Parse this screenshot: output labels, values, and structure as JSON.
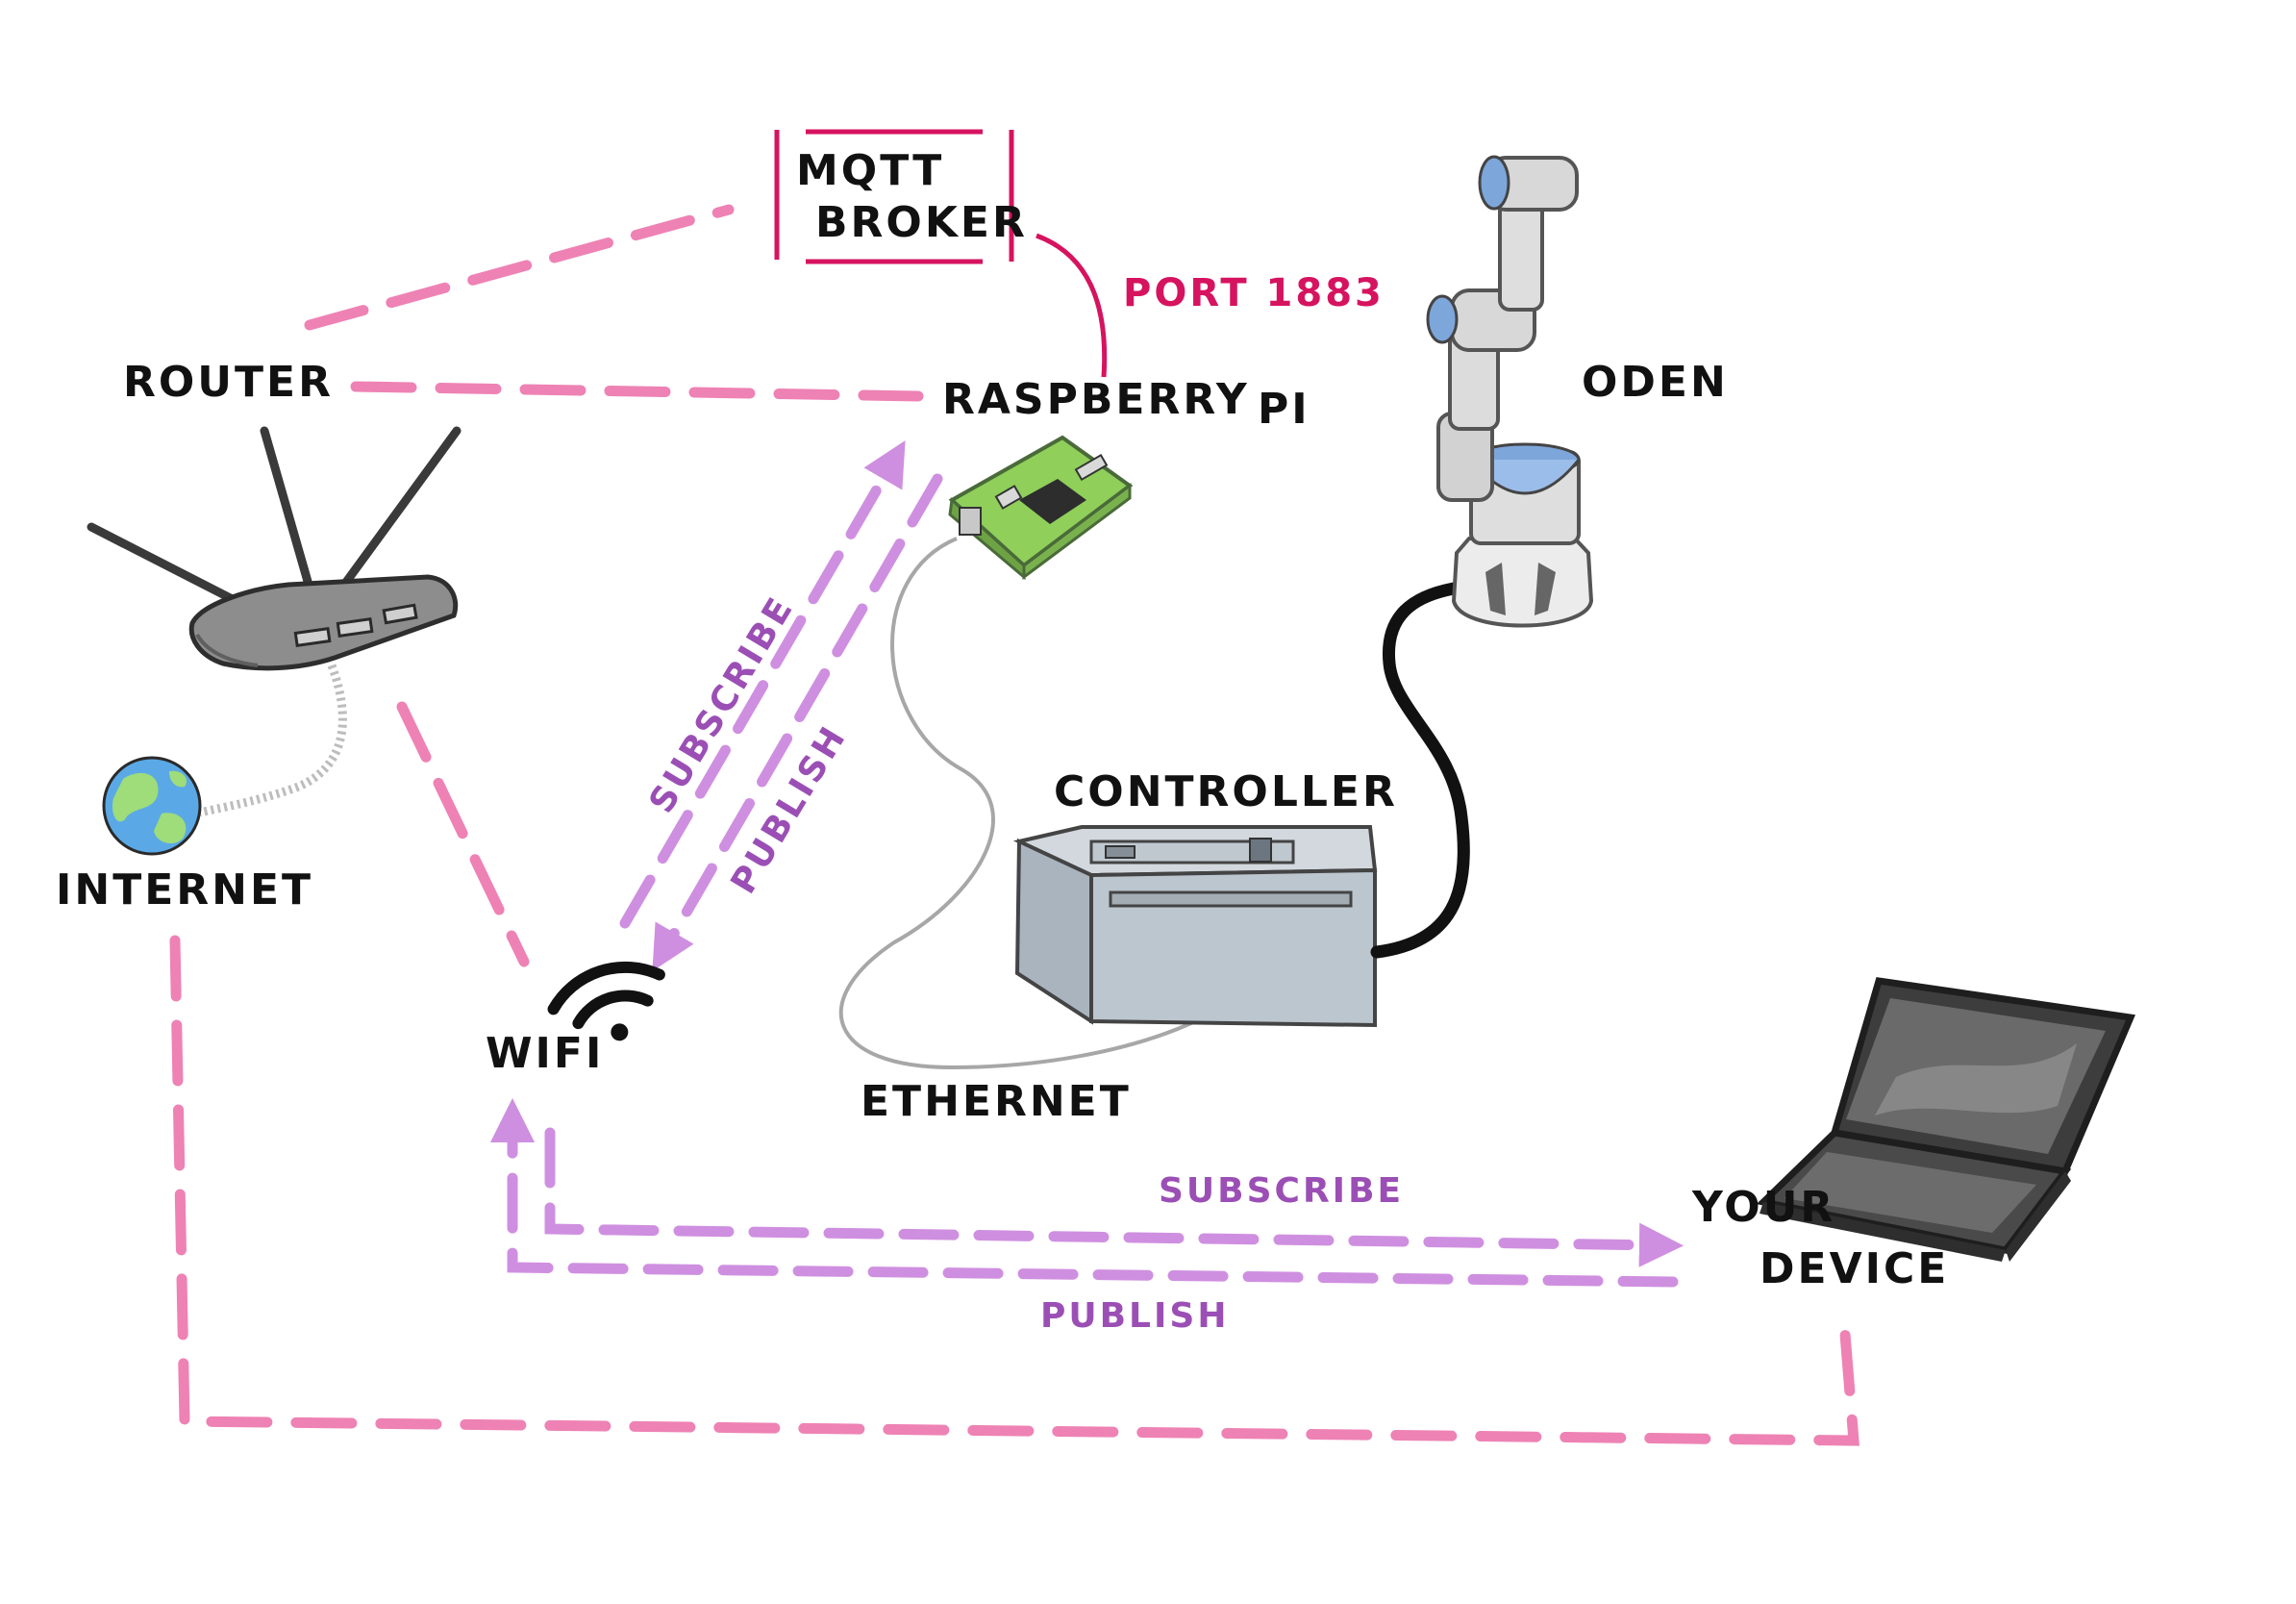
{
  "labels": {
    "mqtt_line1": "MQTT",
    "mqtt_line2": "BROKER",
    "port": "PORT 1883",
    "router": "ROUTER",
    "raspberry": "RASPBERRY",
    "pi": "PI",
    "oden": "ODEN",
    "internet": "INTERNET",
    "controller": "CONTROLLER",
    "wifi": "WIFI",
    "ethernet": "ETHERNET",
    "subscribe_diag": "SUBSCRIBE",
    "publish_diag": "PUBLISH",
    "subscribe_horiz": "SUBSCRIBE",
    "publish_horiz": "PUBLISH",
    "your": "YOUR",
    "device": "DEVICE"
  },
  "colors": {
    "connection_link": "#ee82b4",
    "message_flow": "#cf8fe0",
    "mqtt_accent": "#d6135f",
    "flow_label": "#9b4fb5"
  },
  "icons": [
    "router-icon",
    "globe-icon",
    "wifi-icon",
    "raspberry-pi-icon",
    "controller-icon",
    "robot-arm-icon",
    "laptop-icon"
  ]
}
